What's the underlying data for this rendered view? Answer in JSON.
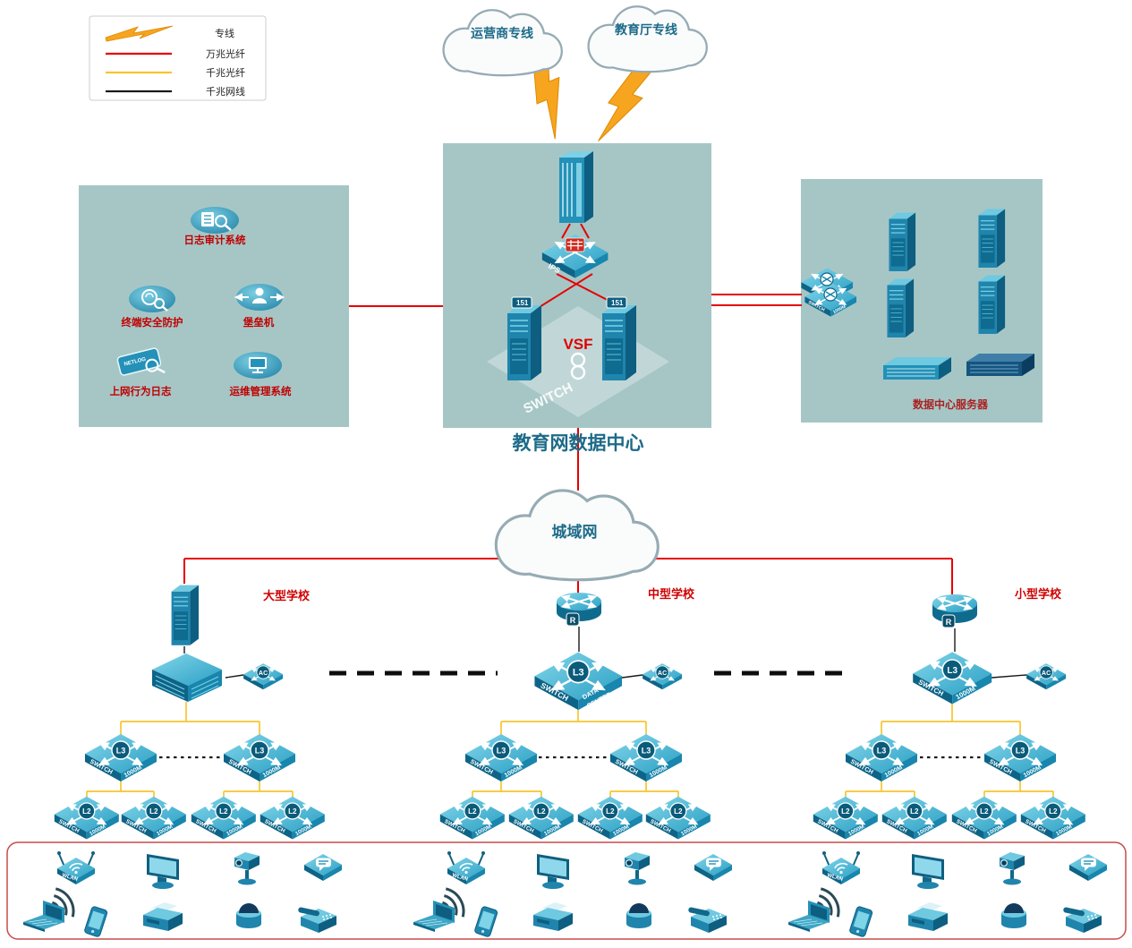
{
  "legend": {
    "dedicated_line": "专线",
    "fiber_10g": "万兆光纤",
    "fiber_1g": "千兆光纤",
    "cable_1g": "千兆网线"
  },
  "clouds": {
    "carrier": "运营商专线",
    "edu_dept": "教育厅专线",
    "man": "城域网"
  },
  "datacenter": {
    "title": "教育网数据中心",
    "vsf": "VSF",
    "ips": "IPS",
    "switch_ghost": "SWITCH",
    "server_tag": "151"
  },
  "security_zone": {
    "log_audit": "日志审计系统",
    "endpoint_protection": "终端安全防护",
    "bastion_host": "堡垒机",
    "net_behavior_log": "上网行为日志",
    "netlog_tag": "NETLOG",
    "ops_management": "运维管理系统"
  },
  "server_zone": {
    "label": "数据中心服务器"
  },
  "schools": {
    "large": "大型学校",
    "medium": "中型学校",
    "small": "小型学校"
  },
  "labels": {
    "switch_word": "SWITCH",
    "speed": "1000M",
    "l3": "L3",
    "l2": "L2",
    "ac": "AC",
    "r": "R",
    "data": "DATA",
    "center": "CENTER",
    "wlan": "WLAN"
  },
  "colors": {
    "fiber_10g": "#e60000",
    "fiber_1g": "#f6c52e",
    "cable_1g": "#1a1a1a",
    "device_teal": "#1f85ad",
    "zone_fill": "#a6c6c6",
    "lightning": "#f7a41f"
  }
}
